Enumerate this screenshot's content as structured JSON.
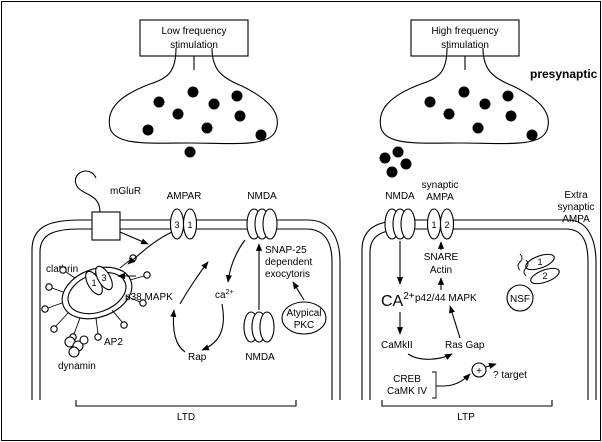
{
  "left_panel": {
    "stimulus": [
      "Low frequency",
      "stimulation"
    ],
    "mglur": "mGluR",
    "ampar": "AMPAR",
    "ampar_subunits": [
      "3",
      "1"
    ],
    "nmda_top": "NMDA",
    "snap25": [
      "SNAP-25",
      "dependent",
      "exocytoris"
    ],
    "clathrin": "clathrin",
    "receptor_subunits": [
      "1",
      "3"
    ],
    "p38": "p38 MAPK",
    "calcium": "ca",
    "calcium_sup": "2+",
    "ap2": "AP2",
    "dynamin": "dynamin",
    "rap": "Rap",
    "nmda_bottom": "NMDA",
    "atypical_pkc": [
      "Atypical",
      "PKC"
    ],
    "bracket_label": "LTD"
  },
  "right_panel": {
    "stimulus": [
      "High frequency",
      "stimulation"
    ],
    "presynaptic": "presynaptic",
    "nmda": "NMDA",
    "synaptic_ampa": [
      "synaptic",
      "AMPA"
    ],
    "ampa_subunits": [
      "1",
      "2"
    ],
    "extra_ampa": [
      "Extra",
      "synaptic",
      "AMPA"
    ],
    "snare": "SNARE",
    "actin": "Actin",
    "ca": "CA",
    "ca_sup": "2+",
    "p42": "p42/44 MAPK",
    "nsf": "NSF",
    "camkii": "CaMkII",
    "ras_gap": "Ras Gap",
    "extra_subunits": [
      "1",
      "2"
    ],
    "plus": "+",
    "target": "? target",
    "creb": "CREB",
    "camk4": "CaMK IV",
    "bracket_label": "LTP"
  }
}
